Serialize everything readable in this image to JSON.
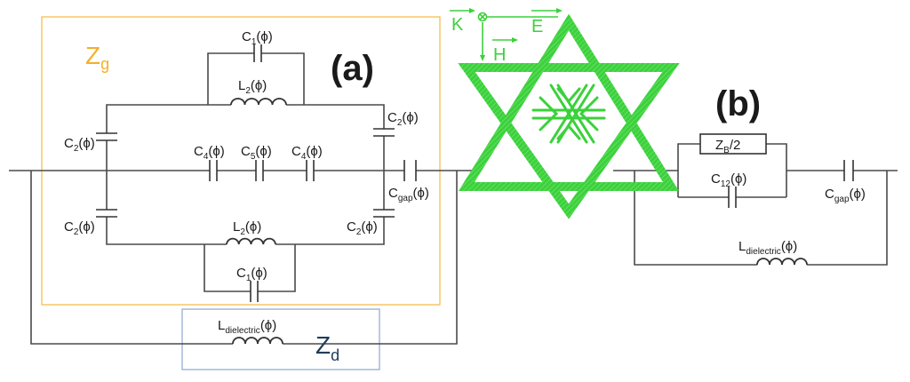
{
  "labels": {
    "panel_a": "(a)",
    "panel_b": "(b)",
    "zg": {
      "main": "Z",
      "sub": "g"
    },
    "zd": {
      "main": "Z",
      "sub": "d"
    },
    "c1_top": {
      "main": "C",
      "sub": "1",
      "tail": "(ϕ)"
    },
    "l2_top": {
      "main": "L",
      "sub": "2",
      "tail": "(ϕ)"
    },
    "c2_ul": {
      "main": "C",
      "sub": "2",
      "tail": "(ϕ)"
    },
    "c2_ur": {
      "main": "C",
      "sub": "2",
      "tail": "(ϕ)"
    },
    "c4_left": {
      "main": "C",
      "sub": "4",
      "tail": "(ϕ)"
    },
    "c5": {
      "main": "C",
      "sub": "5",
      "tail": "(ϕ)"
    },
    "c4_right": {
      "main": "C",
      "sub": "4",
      "tail": "(ϕ)"
    },
    "cgap_a": {
      "main": "C",
      "sub": "gap",
      "tail": "(ϕ)"
    },
    "c2_ll": {
      "main": "C",
      "sub": "2",
      "tail": "(ϕ)"
    },
    "l2_bot": {
      "main": "L",
      "sub": "2",
      "tail": "(ϕ)"
    },
    "c2_lr": {
      "main": "C",
      "sub": "2",
      "tail": "(ϕ)"
    },
    "c1_bot": {
      "main": "C",
      "sub": "1",
      "tail": "(ϕ)"
    },
    "ldiel_a": {
      "main": "L",
      "sub": "dielectric",
      "tail": "(ϕ)"
    },
    "zb2": {
      "main": "Z",
      "sub": "B",
      "tail": "/2"
    },
    "c12": {
      "main": "C",
      "sub": "12",
      "tail": "(ϕ)"
    },
    "cgap_b": {
      "main": "C",
      "sub": "gap",
      "tail": "(ϕ)"
    },
    "ldiel_b": {
      "main": "L",
      "sub": "dielectric",
      "tail": "(ϕ)"
    },
    "arrow_k": "K",
    "arrow_e": "E",
    "arrow_h": "H"
  },
  "colors": {
    "zg_box": "#f5b840",
    "zg_text": "#f2b02a",
    "zd_box": "#8ea6cf",
    "zd_text": "#1f3c5c",
    "star_green": "#3bd13b",
    "wire": "#4a4a4a"
  }
}
